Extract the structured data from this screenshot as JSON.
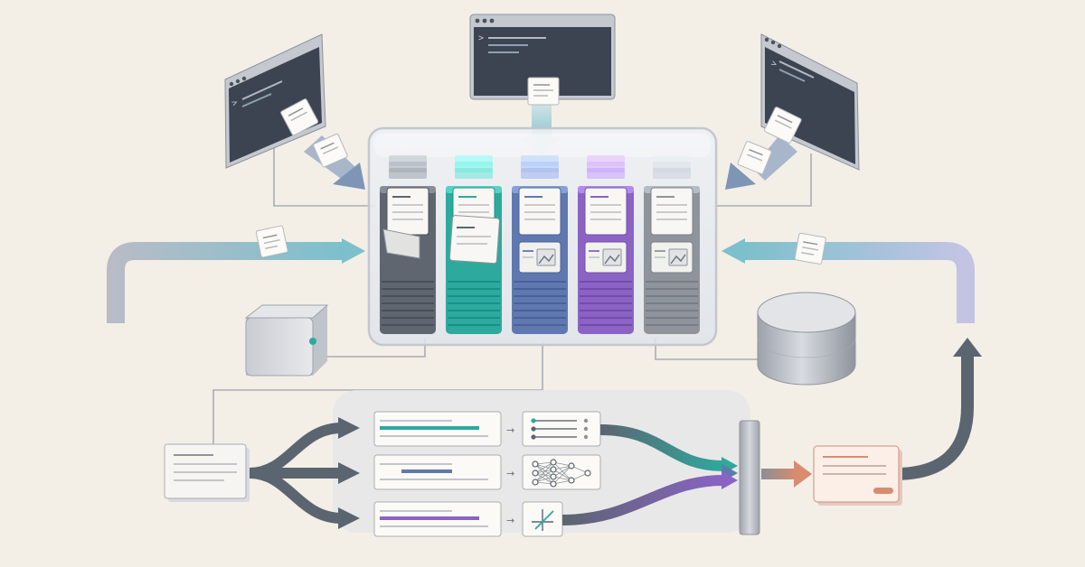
{
  "colors": {
    "background": "#f3efe6",
    "terminal_dark": "#3b4450",
    "terminal_frame": "#b9bec7",
    "slate": "#5f6670",
    "teal": "#2ea99e",
    "blue": "#5f79b0",
    "purple": "#8a63c4",
    "gray": "#8f949c",
    "accent_orange": "#d98b70",
    "arrow_dark": "#5b6570",
    "arrow_light": "#b7bfd0"
  },
  "terminals": [
    {
      "position": "top-left",
      "prompt": ">"
    },
    {
      "position": "top-center",
      "prompt": ">"
    },
    {
      "position": "top-right",
      "prompt": ">"
    }
  ],
  "shelf_columns": [
    {
      "color": "slate",
      "front_card": "text"
    },
    {
      "color": "teal",
      "front_card": "text"
    },
    {
      "color": "blue",
      "front_card": "text-and-image"
    },
    {
      "color": "purple",
      "front_card": "text-and-image"
    },
    {
      "color": "gray",
      "front_card": "text-and-image"
    }
  ],
  "pipeline": {
    "branches": [
      {
        "accent": "teal",
        "model_icon": "sliders-icon"
      },
      {
        "accent": "blue",
        "model_icon": "neural-network-icon"
      },
      {
        "accent": "purple",
        "model_icon": "trend-chart-icon"
      }
    ],
    "arrow_glyph": "→"
  }
}
